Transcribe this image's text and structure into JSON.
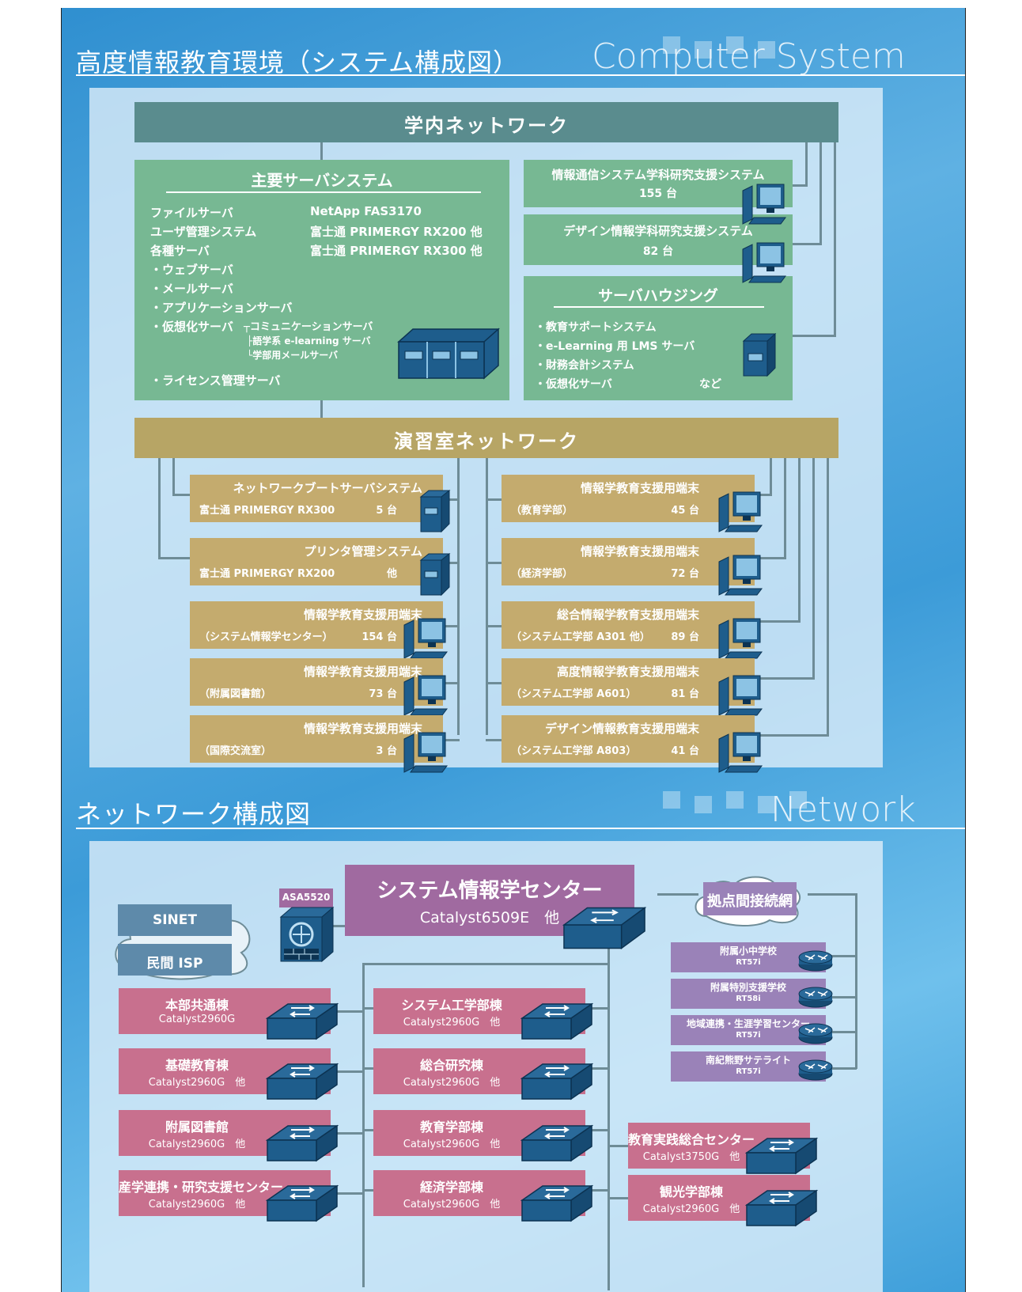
{
  "section1": {
    "title": "高度情報教育環境（システム構成図）",
    "subtitle_en": "Computer System"
  },
  "campus_network": {
    "label": "学内ネットワーク"
  },
  "main_server": {
    "title": "主要サーバシステム",
    "left_lines": [
      "ファイルサーバ",
      "ユーザ管理システム",
      "各種サーバ",
      "・ウェブサーバ",
      "・メールサーバ",
      "・アプリケーションサーバ",
      "・仮想化サーバ",
      "・ライセンス管理サーバ"
    ],
    "right_lines": [
      "NetApp FAS3170",
      "富士通 PRIMERGY RX200 他",
      "富士通 PRIMERGY RX300 他"
    ],
    "virtual_items": [
      "┬コミュニケーションサーバ",
      "├語学系 e-learning サーバ",
      "└学部用メールサーバ"
    ]
  },
  "research_systems": [
    {
      "name": "情報通信システム学科研究支援システム",
      "count": "155 台"
    },
    {
      "name": "デザイン情報学科研究支援システム",
      "count": "82 台"
    }
  ],
  "housing": {
    "title": "サーバハウジング",
    "items": [
      "・教育サポートシステム",
      "・e-Learning 用 LMS サーバ",
      "・財務会計システム",
      "・仮想化サーバ"
    ],
    "suffix": "など"
  },
  "lab_network": {
    "label": "演習室ネットワーク"
  },
  "lab_left": [
    {
      "name": "ネットワークブートサーバシステム",
      "sub": "富士通 PRIMERGY RX300",
      "count": "5 台"
    },
    {
      "name": "プリンタ管理システム",
      "sub": "富士通 PRIMERGY RX200",
      "count": "他"
    },
    {
      "name": "情報学教育支援用端末",
      "sub": "（システム情報学センター）",
      "count": "154 台"
    },
    {
      "name": "情報学教育支援用端末",
      "sub": "（附属図書館）",
      "count": "73 台"
    },
    {
      "name": "情報学教育支援用端末",
      "sub": "（国際交流室）",
      "count": "3 台"
    }
  ],
  "lab_right": [
    {
      "name": "情報学教育支援用端末",
      "sub": "（教育学部）",
      "count": "45 台"
    },
    {
      "name": "情報学教育支援用端末",
      "sub": "（経済学部）",
      "count": "72 台"
    },
    {
      "name": "総合情報学教育支援用端末",
      "sub": "（システム工学部 A301 他）",
      "count": "89 台"
    },
    {
      "name": "高度情報学教育支援用端末",
      "sub": "（システム工学部 A601）",
      "count": "81 台"
    },
    {
      "name": "デザイン情報教育支援用端末",
      "sub": "（システム工学部 A803）",
      "count": "41 台"
    }
  ],
  "section2": {
    "title": "ネットワーク構成図",
    "subtitle_en": "Network"
  },
  "center": {
    "name": "システム情報学センター",
    "model": "Catalyst6509E　他"
  },
  "firewall": {
    "label": "ASA5520"
  },
  "external": [
    "SINET",
    "民間 ISP"
  ],
  "hub_network": {
    "label": "拠点間接続網"
  },
  "branches": [
    {
      "name": "附属小中学校",
      "model": "RT57i"
    },
    {
      "name": "附属特別支援学校",
      "model": "RT58i"
    },
    {
      "name": "地域連携・生涯学習センター",
      "model": "RT57i"
    },
    {
      "name": "南紀熊野サテライト",
      "model": "RT57i"
    }
  ],
  "buildings_left": [
    {
      "name": "本部共通棟",
      "model": "Catalyst2960G"
    },
    {
      "name": "基礎教育棟",
      "model": "Catalyst2960G　他"
    },
    {
      "name": "附属図書館",
      "model": "Catalyst2960G　他"
    },
    {
      "name": "産学連携・研究支援センター",
      "model": "Catalyst2960G　他"
    }
  ],
  "buildings_mid": [
    {
      "name": "システム工学部棟",
      "model": "Catalyst2960G　他"
    },
    {
      "name": "総合研究棟",
      "model": "Catalyst2960G　他"
    },
    {
      "name": "教育学部棟",
      "model": "Catalyst2960G　他"
    },
    {
      "name": "経済学部棟",
      "model": "Catalyst2960G　他"
    }
  ],
  "buildings_right": [
    {
      "name": "教育実践総合センター",
      "model": "Catalyst3750G　他"
    },
    {
      "name": "観光学部棟",
      "model": "Catalyst2960G　他"
    }
  ]
}
